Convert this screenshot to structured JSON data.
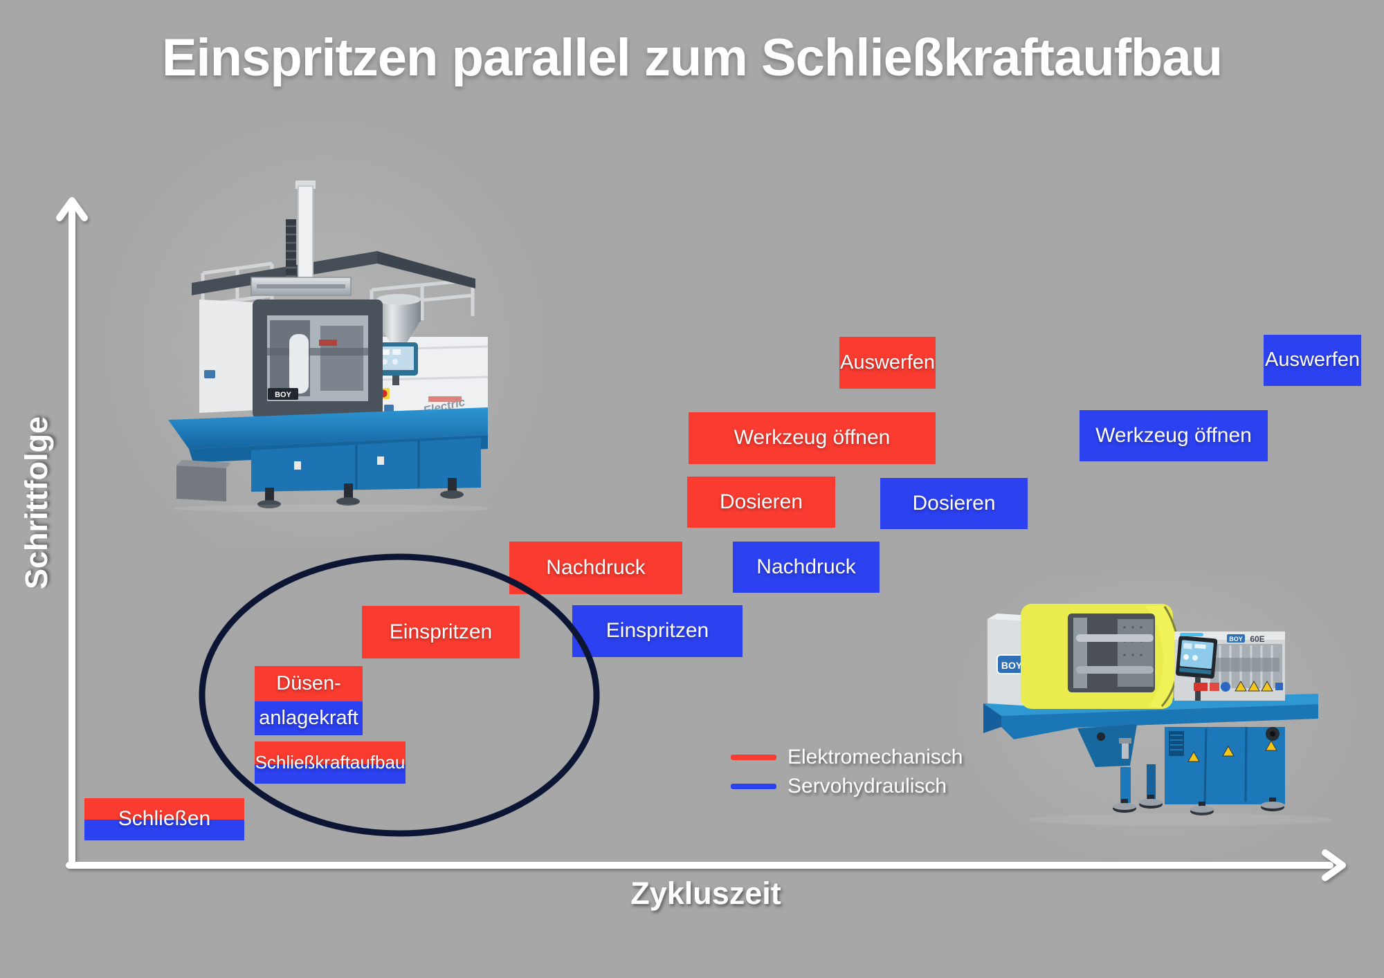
{
  "title": "Einspritzen parallel zum Schließkraftaufbau",
  "colors": {
    "background": "#a7a7a7",
    "elektromechanisch_red": "#f93b30",
    "servohydraulisch_blue": "#2c41f0",
    "highlight_ellipse": "#0d1534",
    "axis_and_text": "#ffffff"
  },
  "axes": {
    "y_label": "Schrittfolge",
    "x_label": "Zykluszeit"
  },
  "legend": {
    "items": [
      {
        "label": "Elektromechanisch",
        "color": "#f93b30"
      },
      {
        "label": "Servohydraulisch",
        "color": "#2c41f0"
      }
    ]
  },
  "steps": [
    {
      "id": "schliessen",
      "label": "Schließen",
      "series": "both",
      "row": 1
    },
    {
      "id": "schliesskraftaufbau",
      "label": "Schließkraftaufbau",
      "series": "both",
      "row": 2
    },
    {
      "id": "duesenanlagekraft",
      "label_line1": "Düsen-",
      "label_line2": "anlagekraft",
      "series": "both",
      "row": 3
    },
    {
      "id": "einspritzen-elektromechanisch",
      "label": "Einspritzen",
      "series": "elektromechanisch",
      "row": 4
    },
    {
      "id": "einspritzen-servohydraulisch",
      "label": "Einspritzen",
      "series": "servohydraulisch",
      "row": 4
    },
    {
      "id": "nachdruck-elektromechanisch",
      "label": "Nachdruck",
      "series": "elektromechanisch",
      "row": 5
    },
    {
      "id": "nachdruck-servohydraulisch",
      "label": "Nachdruck",
      "series": "servohydraulisch",
      "row": 5
    },
    {
      "id": "dosieren-elektromechanisch",
      "label": "Dosieren",
      "series": "elektromechanisch",
      "row": 6
    },
    {
      "id": "dosieren-servohydraulisch",
      "label": "Dosieren",
      "series": "servohydraulisch",
      "row": 6
    },
    {
      "id": "werkzeug-oeffnen-elektromechanisch",
      "label": "Werkzeug öffnen",
      "series": "elektromechanisch",
      "row": 7
    },
    {
      "id": "werkzeug-oeffnen-servohydraulisch",
      "label": "Werkzeug öffnen",
      "series": "servohydraulisch",
      "row": 7
    },
    {
      "id": "auswerfen-elektromechanisch",
      "label": "Auswerfen",
      "series": "elektromechanisch",
      "row": 8
    },
    {
      "id": "auswerfen-servohydraulisch",
      "label": "Auswerfen",
      "series": "servohydraulisch",
      "row": 8
    }
  ],
  "machines": [
    {
      "id": "boy-electric",
      "brand": "BOY",
      "model": "Electric"
    },
    {
      "id": "boy-60e",
      "brand": "BOY",
      "model": "60E"
    }
  ]
}
